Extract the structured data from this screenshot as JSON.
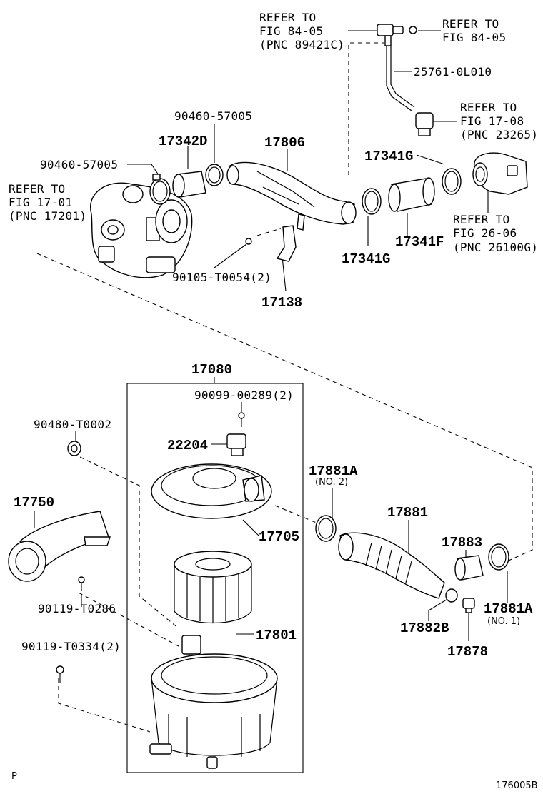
{
  "labels": {
    "ref_84_05_a": [
      "REFER TO",
      "FIG 84-05",
      "(PNC 89421C)"
    ],
    "ref_84_05_b": [
      "REFER TO",
      "FIG 84-05"
    ],
    "p_25761": "25761-0L010",
    "ref_17_08": [
      "REFER TO",
      "FIG 17-08",
      "(PNC 23265)"
    ],
    "p_90460_top": "90460-57005",
    "p_17342D": "17342D",
    "p_17806": "17806",
    "p_17341G_top": "17341G",
    "p_90460_left": "90460-57005",
    "ref_17_01": [
      "REFER TO",
      "FIG 17-01",
      "(PNC 17201)"
    ],
    "ref_26_06": [
      "REFER TO",
      "FIG 26-06",
      "(PNC 26100G)"
    ],
    "p_17341F": "17341F",
    "p_17341G_bot": "17341G",
    "p_90105": "90105-T0054(2)",
    "p_17138": "17138",
    "p_17080": "17080",
    "p_90099": "90099-00289(2)",
    "p_90480": "90480-T0002",
    "p_22204": "22204",
    "p_17881A_no2": "17881A",
    "note_no2": "(NO. 2)",
    "p_17750": "17750",
    "p_17705": "17705",
    "p_17881": "17881",
    "p_17883": "17883",
    "p_90119_t0286": "90119-T0286",
    "p_17801": "17801",
    "p_17882B": "17882B",
    "p_17881A_no1": "17881A",
    "note_no1": "(NO. 1)",
    "p_90119_t0334": "90119-T0334(2)",
    "p_17878": "17878",
    "corner_p": "P",
    "fig_code": "176005B"
  }
}
